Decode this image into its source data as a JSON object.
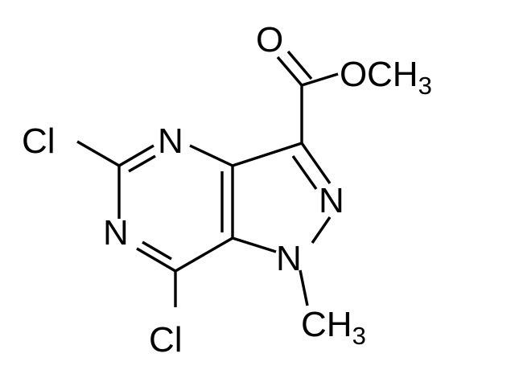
{
  "atoms": {
    "cl_top": "Cl",
    "n_top": "N",
    "n_left": "N",
    "cl_bottom": "Cl",
    "n_pyrazole": "N",
    "n_methyl": "N",
    "o_carbonyl": "O",
    "o_ester": "O"
  },
  "groups": {
    "ester_methyl": {
      "element": "CH",
      "subscript": "3"
    },
    "n_methyl": {
      "element": "CH",
      "subscript": "3"
    }
  }
}
